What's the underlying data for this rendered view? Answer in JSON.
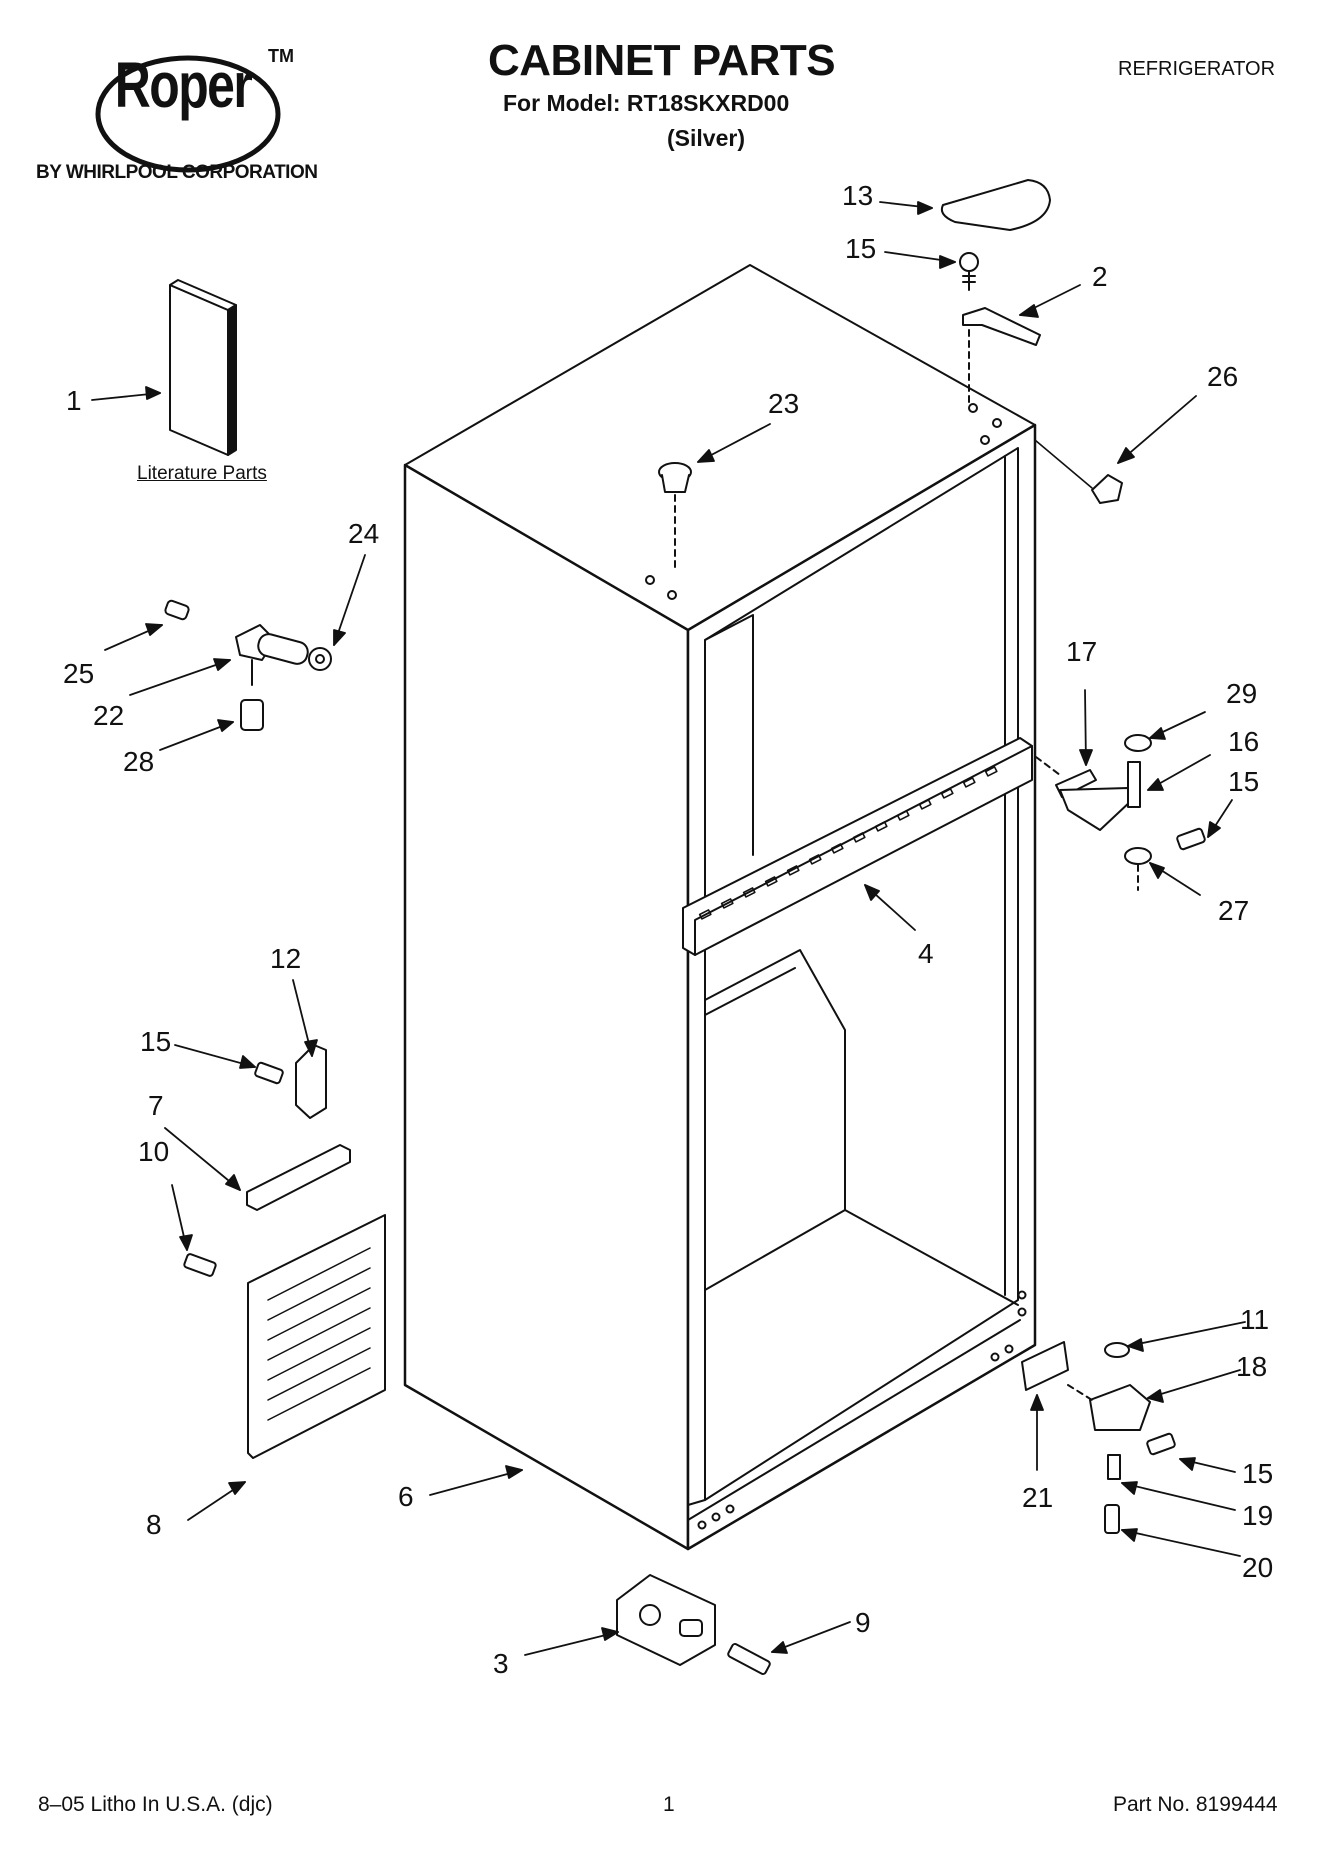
{
  "header": {
    "brand": "Roper",
    "trademark": "TM",
    "corporation": "BY WHIRLPOOL CORPORATION",
    "title": "CABINET PARTS",
    "model_line": "For Model: RT18SKXRD00",
    "variant": "(Silver)",
    "category": "REFRIGERATOR"
  },
  "diagram": {
    "literature_label": "Literature Parts",
    "callouts": [
      "13",
      "15",
      "2",
      "26",
      "1",
      "23",
      "24",
      "25",
      "22",
      "28",
      "17",
      "29",
      "16",
      "15",
      "27",
      "4",
      "12",
      "15",
      "7",
      "10",
      "8",
      "6",
      "11",
      "18",
      "15",
      "19",
      "20",
      "21",
      "3",
      "9"
    ]
  },
  "footer": {
    "litho": "8–05 Litho In U.S.A. (djc)",
    "page": "1",
    "part_no": "Part No. 8199444"
  }
}
